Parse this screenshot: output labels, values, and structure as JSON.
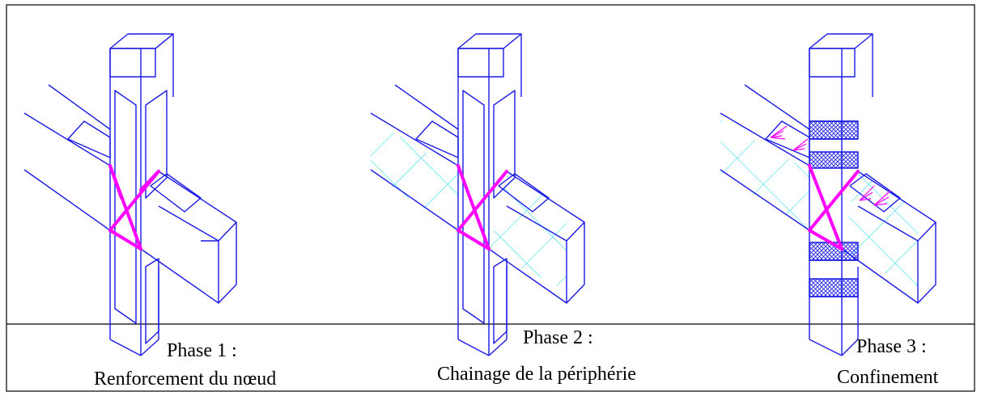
{
  "colors": {
    "frame": "#000000",
    "structure": "#1a1ae6",
    "reinforcement": "#ff00ff",
    "mesh": "#33e0f0",
    "text": "#000000"
  },
  "phases": [
    {
      "title": "Phase 1 :",
      "subtitle": "Renforcement du nœud"
    },
    {
      "title": "Phase 2 :",
      "subtitle": "Chainage de la périphérie"
    },
    {
      "title": "Phase 3 :",
      "subtitle": "Confinement"
    }
  ]
}
